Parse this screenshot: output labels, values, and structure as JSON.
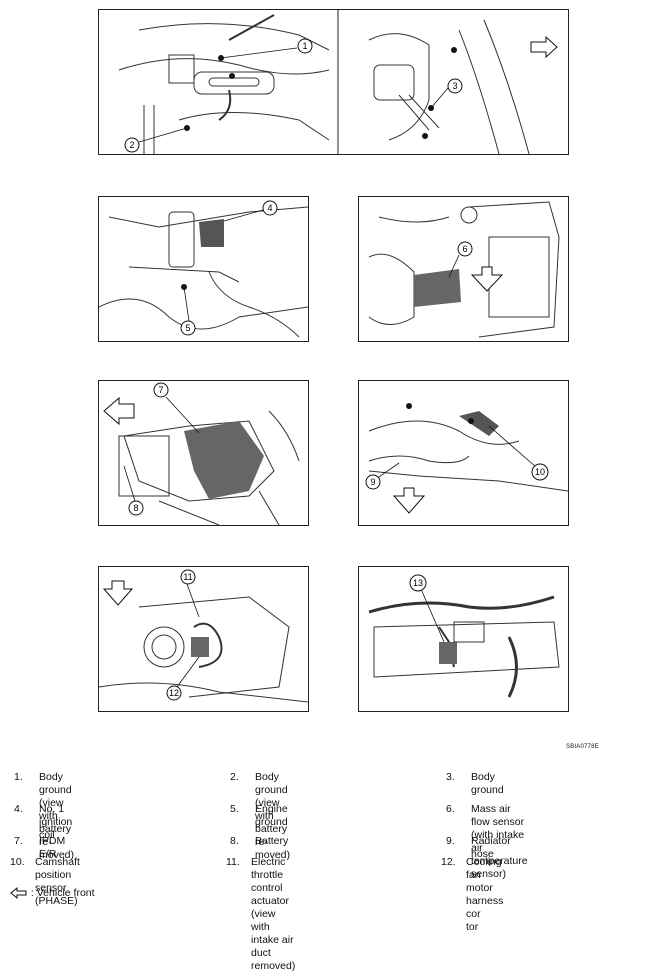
{
  "figure_id": "SBIA0778E",
  "callouts": [
    "1",
    "2",
    "3",
    "4",
    "5",
    "6",
    "7",
    "8",
    "9",
    "10",
    "11",
    "12",
    "13"
  ],
  "legend": [
    {
      "num": "1.",
      "text": "Body ground (view with battery re-",
      "text2": "moved)"
    },
    {
      "num": "2.",
      "text": "Body ground (view with battery re-",
      "text2": "moved)"
    },
    {
      "num": "3.",
      "text": "Body ground",
      "text2": ""
    },
    {
      "num": "4.",
      "text": "No. 1 ignition coil",
      "text2": ""
    },
    {
      "num": "5.",
      "text": "Engine ground",
      "text2": ""
    },
    {
      "num": "6.",
      "text": "Mass air flow sensor (with intake air",
      "text2": "temperature sensor)"
    },
    {
      "num": "7.",
      "text": "IPDM E/R",
      "text2": ""
    },
    {
      "num": "8.",
      "text": "Battery",
      "text2": ""
    },
    {
      "num": "9.",
      "text": "Radiator hose",
      "text2": ""
    },
    {
      "num": "10.",
      "text": "Camshaft position sensor (PHASE)",
      "text2": ""
    },
    {
      "num": "11.",
      "text": "Electric throttle control actuator",
      "text2": "(view with intake air duct removed)"
    },
    {
      "num": "12.",
      "text": "Cooling fan motor harness cor",
      "text2": "tor"
    }
  ],
  "vehicle_front_label": ": Vehicle front",
  "icons": {
    "vehicle_front": "hollow-arrow-left-icon",
    "direction": "hollow-arrow-icon"
  }
}
